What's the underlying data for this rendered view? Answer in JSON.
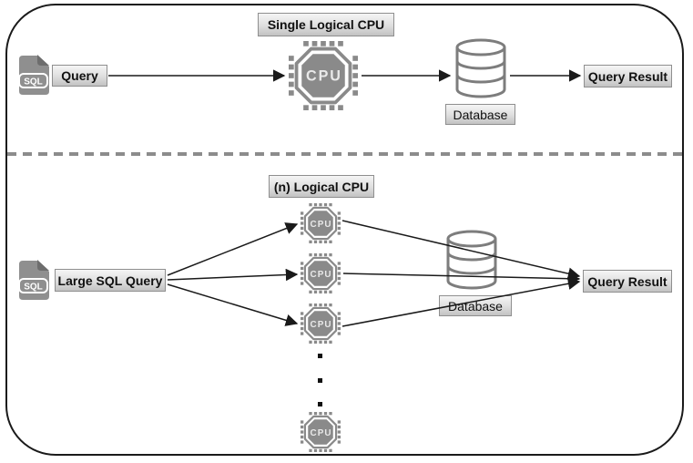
{
  "top_flow": {
    "title": "Single Logical CPU",
    "source_label": "Query",
    "database_label": "Database",
    "result_label": "Query Result"
  },
  "bottom_flow": {
    "title": "(n) Logical CPU",
    "source_label": "Large SQL Query",
    "database_label": "Database",
    "result_label": "Query Result"
  },
  "icons": {
    "sql_badge": "SQL",
    "cpu_label": "CPU"
  },
  "colors": {
    "frame_border": "#1a1a1a",
    "icon_gray": "#8a8a8a",
    "icon_fold": "#6d6d6d",
    "db_stroke": "#7d7d7d",
    "box_border": "#8f8f8f",
    "box_bg_top": "#f5f5f5",
    "box_bg_bottom": "#c2c2c2",
    "connector_line": "#1a1a1a",
    "divider_dash": "#8c8c8c",
    "cpu_text": "#e9e9e9"
  }
}
